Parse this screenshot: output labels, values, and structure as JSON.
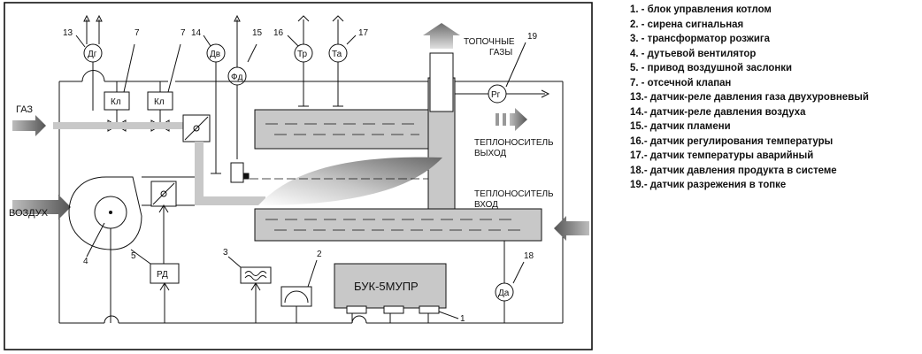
{
  "labels": {
    "gas": "ГАЗ",
    "air": "ВОЗДУХ",
    "flue_gases_1": "ТОПОЧНЫЕ",
    "flue_gases_2": "ГАЗЫ",
    "coolant_out_1": "ТЕПЛОНОСИТЕЛЬ",
    "coolant_out_2": "ВЫХОД",
    "coolant_in_1": "ТЕПЛОНОСИТЕЛЬ",
    "coolant_in_2": "ВХОД",
    "control_unit": "БУК-5МУПР"
  },
  "sensors": {
    "dg": "Дг",
    "dv": "Дв",
    "fd": "Фд",
    "tr": "Тр",
    "ta": "Та",
    "rg": "Рг",
    "da": "Да",
    "kl1": "Кл",
    "kl2": "Кл",
    "rd": "РД"
  },
  "numbers": {
    "n1": "1",
    "n2": "2",
    "n3": "3",
    "n4": "4",
    "n5": "5",
    "n7a": "7",
    "n7b": "7",
    "n13": "13",
    "n14": "14",
    "n15": "15",
    "n16": "16",
    "n17": "17",
    "n18": "18",
    "n19": "19"
  },
  "legend": [
    "1. - блок управления котлом",
    "2. - сирена сигнальная",
    "3. - трансформатор розжига",
    "4. - дутьевой вентилятор",
    "5. - привод воздушной заслонки",
    "7. - отсечной клапан",
    "13.- датчик-реле давления газа двухуровневый",
    "14.- датчик-реле давления воздуха",
    "15.- датчик пламени",
    "16.- датчик регулирования температуры",
    "17.- датчик температуры аварийный",
    "18.- датчик давления продукта в системе",
    "19.- датчик разрежения в топке"
  ]
}
